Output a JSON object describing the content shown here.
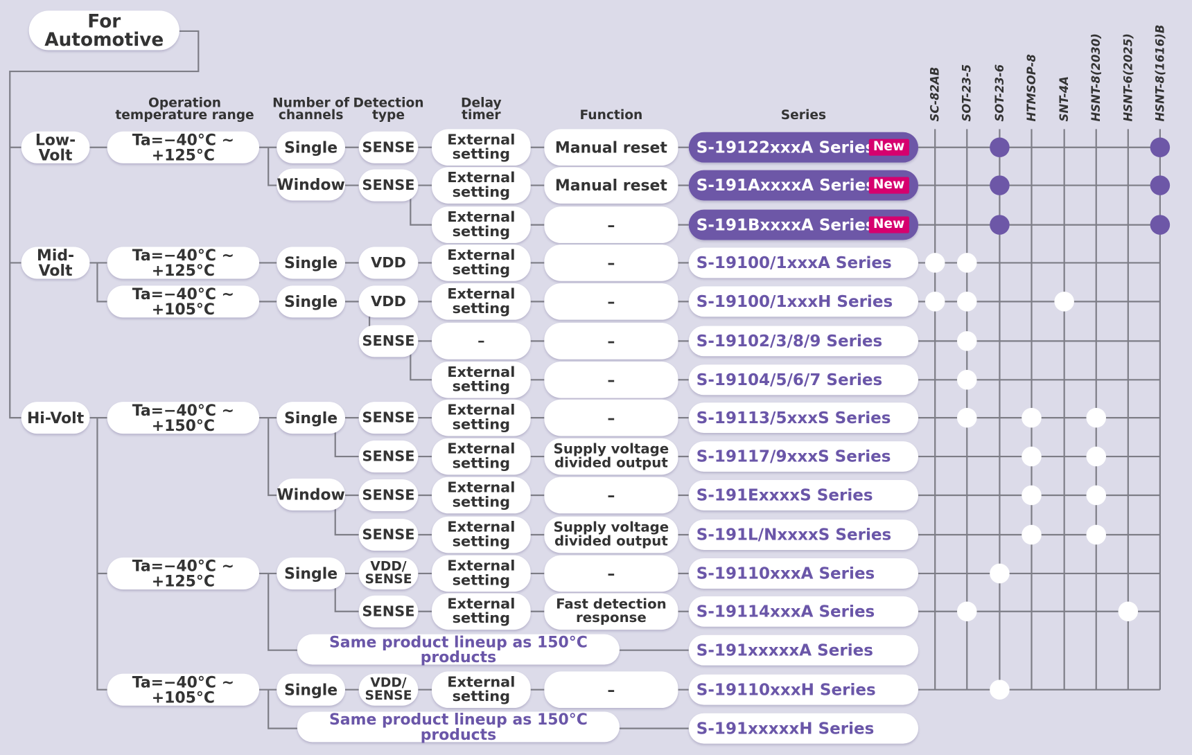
{
  "title": "For Automotive",
  "headers": {
    "operation_temperature_range": "Operation temperature range",
    "number_of_channels": "Number of channels",
    "detection_type": "Detection type",
    "delay_timer": "Delay timer",
    "function": "Function",
    "series": "Series"
  },
  "packages": [
    "SC-82AB",
    "SOT-23-5",
    "SOT-23-6",
    "HTMSOP-8",
    "SNT-4A",
    "HSNT-8(2030)",
    "HSNT-6(2025)",
    "HSNT-8(1616)B"
  ],
  "categories": [
    "Low-Volt",
    "Mid-Volt",
    "Hi-Volt"
  ],
  "temperatures": {
    "low_125": "Ta=−40°C ~ +125°C",
    "mid_125": "Ta=−40°C ~ +125°C",
    "mid_105": "Ta=−40°C ~ +105°C",
    "hi_150": "Ta=−40°C ~ +150°C",
    "hi_125": "Ta=−40°C ~ +125°C",
    "hi_105": "Ta=−40°C ~ +105°C"
  },
  "channels": {
    "low_single": "Single",
    "low_window": "Window",
    "mid_single_125": "Single",
    "mid_single_105": "Single",
    "hi150_single": "Single",
    "hi150_window": "Window",
    "hi125_single": "Single",
    "hi105_single": "Single"
  },
  "same_lineup_label": "Same product lineup as 150°C products",
  "new_label": "New",
  "rows": [
    {
      "detection": "SENSE",
      "delay": "External setting",
      "function": "Manual reset",
      "series": "S-19122xxxA Series",
      "new": true,
      "highlight": true
    },
    {
      "detection": "SENSE",
      "delay": "External setting",
      "function": "Manual reset",
      "series": "S-191AxxxxA Series",
      "new": true,
      "highlight": true
    },
    {
      "detection": "",
      "delay": "External setting",
      "function": "–",
      "series": "S-191BxxxxA Series",
      "new": true,
      "highlight": true
    },
    {
      "detection": "VDD",
      "delay": "External setting",
      "function": "–",
      "series": "S-19100/1xxxA Series",
      "new": false,
      "highlight": false
    },
    {
      "detection": "VDD",
      "delay": "External setting",
      "function": "–",
      "series": "S-19100/1xxxH Series",
      "new": false,
      "highlight": false
    },
    {
      "detection": "SENSE",
      "delay": "–",
      "function": "–",
      "series": "S-19102/3/8/9 Series",
      "new": false,
      "highlight": false
    },
    {
      "detection": "",
      "delay": "External setting",
      "function": "–",
      "series": "S-19104/5/6/7 Series",
      "new": false,
      "highlight": false
    },
    {
      "detection": "SENSE",
      "delay": "External setting",
      "function": "–",
      "series": "S-19113/5xxxS Series",
      "new": false,
      "highlight": false
    },
    {
      "detection": "SENSE",
      "delay": "External setting",
      "function": "Supply voltage divided output",
      "series": "S-19117/9xxxS Series",
      "new": false,
      "highlight": false
    },
    {
      "detection": "SENSE",
      "delay": "External setting",
      "function": "–",
      "series": "S-191ExxxxS Series",
      "new": false,
      "highlight": false
    },
    {
      "detection": "SENSE",
      "delay": "External setting",
      "function": "Supply voltage divided output",
      "series": "S-191L/NxxxxS Series",
      "new": false,
      "highlight": false
    },
    {
      "detection": "VDD/ SENSE",
      "delay": "External setting",
      "function": "–",
      "series": "S-19110xxxA Series",
      "new": false,
      "highlight": false
    },
    {
      "detection": "SENSE",
      "delay": "External setting",
      "function": "Fast detection response",
      "series": "S-19114xxxA Series",
      "new": false,
      "highlight": false
    },
    {
      "detection": "",
      "delay": "",
      "function": "",
      "series": "S-191xxxxxA Series",
      "new": false,
      "highlight": false
    },
    {
      "detection": "VDD/ SENSE",
      "delay": "External setting",
      "function": "–",
      "series": "S-19110xxxH Series",
      "new": false,
      "highlight": false
    },
    {
      "detection": "",
      "delay": "",
      "function": "",
      "series": "S-191xxxxxH Series",
      "new": false,
      "highlight": false
    }
  ],
  "package_matrix": [
    [
      0,
      0,
      1,
      0,
      0,
      0,
      0,
      1
    ],
    [
      0,
      0,
      1,
      0,
      0,
      0,
      0,
      1
    ],
    [
      0,
      0,
      1,
      0,
      0,
      0,
      0,
      1
    ],
    [
      1,
      1,
      0,
      0,
      0,
      0,
      0,
      0
    ],
    [
      1,
      1,
      0,
      0,
      1,
      0,
      0,
      0
    ],
    [
      0,
      1,
      0,
      0,
      0,
      0,
      0,
      0
    ],
    [
      0,
      1,
      0,
      0,
      0,
      0,
      0,
      0
    ],
    [
      0,
      1,
      0,
      1,
      0,
      1,
      0,
      0
    ],
    [
      0,
      0,
      0,
      1,
      0,
      1,
      0,
      0
    ],
    [
      0,
      0,
      0,
      1,
      0,
      1,
      0,
      0
    ],
    [
      0,
      0,
      0,
      1,
      0,
      1,
      0,
      0
    ],
    [
      0,
      0,
      1,
      0,
      0,
      0,
      0,
      0
    ],
    [
      0,
      1,
      0,
      0,
      0,
      0,
      1,
      0
    ],
    [
      0,
      0,
      0,
      0,
      0,
      0,
      0,
      0
    ],
    [
      0,
      0,
      1,
      0,
      0,
      0,
      0,
      0
    ],
    [
      0,
      0,
      0,
      0,
      0,
      0,
      0,
      0
    ]
  ],
  "colors": {
    "background": "#dcdbe9",
    "highlight": "#6d57a7",
    "series_text": "#6a56a8",
    "new_badge": "#d6006e",
    "line": "#7d7d86"
  }
}
